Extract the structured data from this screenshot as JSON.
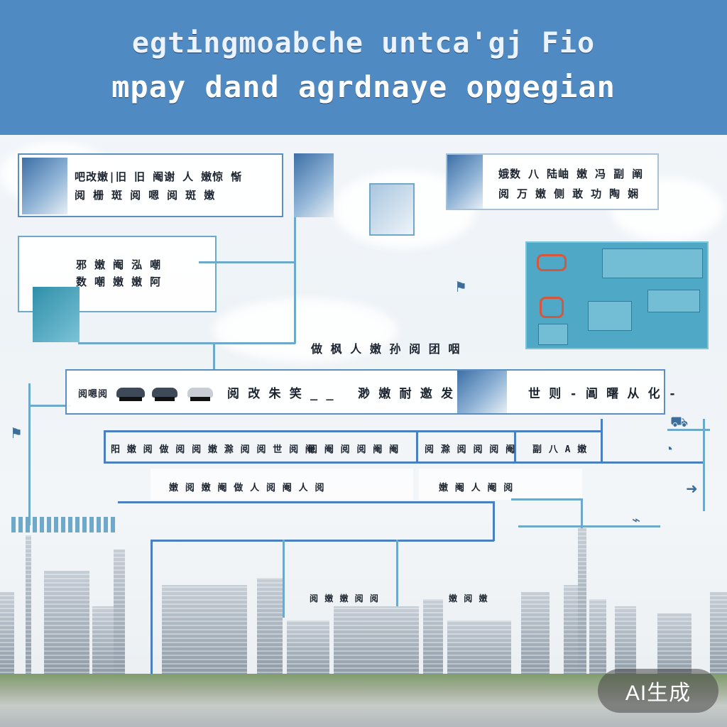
{
  "header": {
    "title_line1": "egtingmoabche untca'gj Fio",
    "title_line2": "mpay dand agrdnaye opgegian",
    "banner_color": "#4f8ac3"
  },
  "panels": {
    "top_left": {
      "line1": "吧改嫩|旧 旧 阉谢 人 嫩惊 惭",
      "line2": "阅 栅 斑 阅 嗯 阅 斑 嫩"
    },
    "top_right": {
      "line1": "娥数 八 陆岫 嫩 冯 副 阐",
      "line2": "阅 万 嫩 侧 敢 功 陶 娴"
    },
    "mid_left": {
      "line1": "邪 嫩 阉 泓 嘲",
      "line2": "数 嘲 嫩 嫩 阿"
    },
    "center_caption": "做 枫 人 嫩 孙 阅 团 咽",
    "band_row1": {
      "label_a": "阅嗯阅",
      "label_b": "阅 改 朱 笑 _ _",
      "label_c": "渺 嫩 耐 邀 发",
      "label_d": "世 则 - 阊 曙 从 化 -"
    },
    "table_row1": {
      "cell_a": "阳 嫩 阅 做 阅 阅 嫩 滁 阅 阅 世 阅 阉",
      "cell_b": "阅 阉 阅 阅 阉 阉",
      "cell_c": "阅 滁 阅 阅 阅 阉",
      "cell_d": "副 八 A 嫩"
    },
    "table_row2": {
      "cell_a": "嫩 阅 嫩 阉 做 人 阅 阉 人 阅",
      "cell_b": "嫩 阉 人 阉 阅"
    },
    "skyline_caption": {
      "left": "阅 嫩 嫩 阅 阅",
      "right": "嫩 阅 嫩"
    }
  },
  "watermark": "AI生成",
  "colors": {
    "accent_blue": "#4a7fc0",
    "teal": "#4fa8c6",
    "line_teal": "#6ea9c9",
    "icon_red": "#d2593f"
  }
}
